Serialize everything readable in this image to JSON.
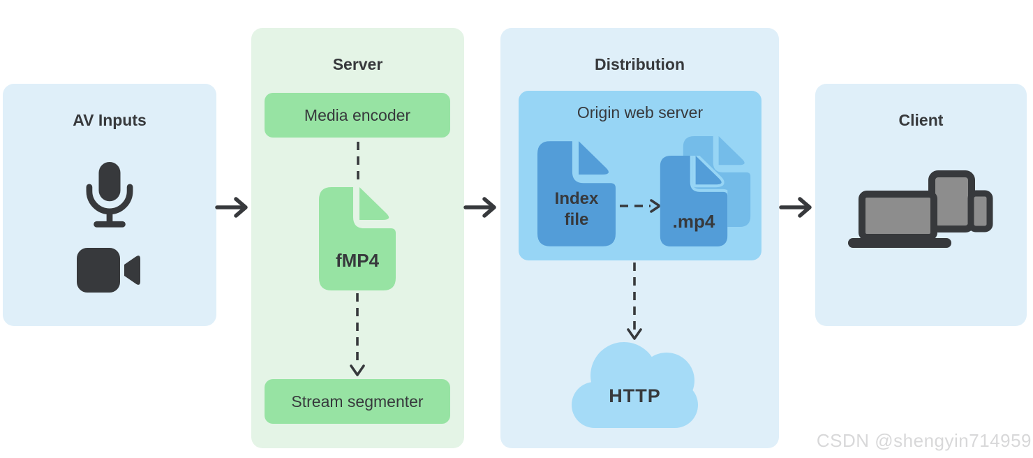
{
  "colors": {
    "panel_blue": "#dfeff9",
    "panel_green": "#e4f4e6",
    "box_green": "#97e3a3",
    "box_blue": "#97d5f5",
    "file_blue": "#539dd8",
    "file_blue_light": "#74bce9",
    "cloud_blue": "#a5dbf7",
    "ink": "#37393c",
    "device_gray": "#8d8d8d",
    "watermark": "#d8d8d9"
  },
  "panels": {
    "av_inputs": {
      "title": "AV Inputs"
    },
    "server": {
      "title": "Server",
      "encoder_label": "Media encoder",
      "file_label": "fMP4",
      "segmenter_label": "Stream segmenter"
    },
    "distribution": {
      "title": "Distribution",
      "origin_label": "Origin web server",
      "index_file_label": "Index file",
      "mp4_label": ".mp4",
      "cloud_label": "HTTP"
    },
    "client": {
      "title": "Client"
    }
  },
  "icons": {
    "av_inputs": [
      "microphone-icon",
      "video-camera-icon"
    ],
    "server": [
      "fmp4-file-icon"
    ],
    "distribution": [
      "index-file-icon",
      "mp4-file-back-icon",
      "mp4-file-front-icon",
      "http-cloud-icon"
    ],
    "client": [
      "devices-icon"
    ],
    "connectors": [
      "right-arrow-icon",
      "dashed-line",
      "dashed-down-arrow",
      "dashed-right-arrow"
    ]
  },
  "watermark": {
    "text": "CSDN @shengyin714959"
  }
}
